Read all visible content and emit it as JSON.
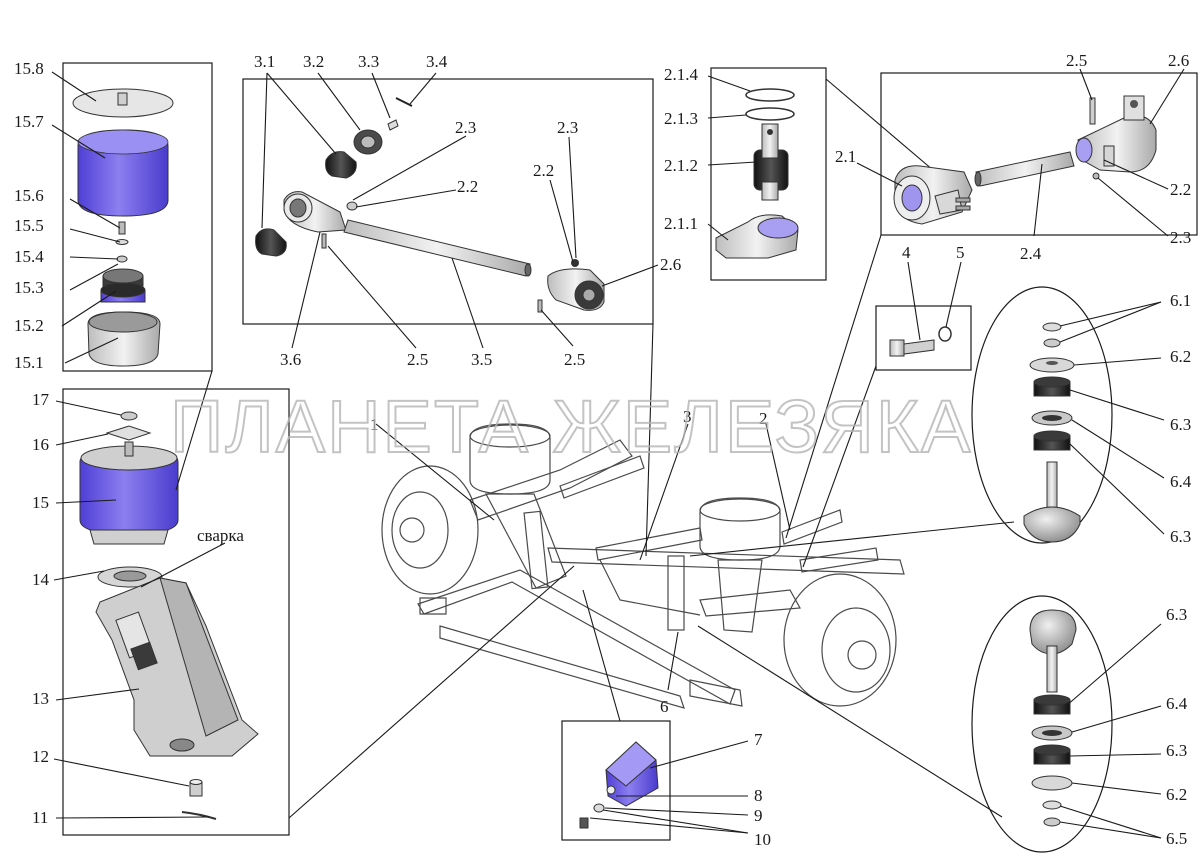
{
  "watermark": "ПЛАНЕТА ЖЕЛЕЗЯКА",
  "colors": {
    "accent_part": "#6b5ce7",
    "line": "#1a1a1a",
    "metal": "#d9d9d9",
    "rubber": "#2b2b2b"
  },
  "labels": {
    "l15_8": "15.8",
    "l15_7": "15.7",
    "l15_6": "15.6",
    "l15_5": "15.5",
    "l15_4": "15.4",
    "l15_3": "15.3",
    "l15_2": "15.2",
    "l15_1": "15.1",
    "l17": "17",
    "l16": "16",
    "l15": "15",
    "l14": "14",
    "l13": "13",
    "l12": "12",
    "l11": "11",
    "weld": "сварка",
    "l3_1": "3.1",
    "l3_2": "3.2",
    "l3_3": "3.3",
    "l3_4": "3.4",
    "l2_3a": "2.3",
    "l2_2a": "2.2",
    "l2_3b": "2.3",
    "l2_2b": "2.2",
    "l2_6a": "2.6",
    "l3_6": "3.6",
    "l2_5a": "2.5",
    "l3_5": "3.5",
    "l2_5b": "2.5",
    "l2_1_4": "2.1.4",
    "l2_1_3": "2.1.3",
    "l2_1_2": "2.1.2",
    "l2_1_1": "2.1.1",
    "l2_5c": "2.5",
    "l2_6b": "2.6",
    "l2_1": "2.1",
    "l2_2c": "2.2",
    "l2_3c": "2.3",
    "l2_4": "2.4",
    "l4": "4",
    "l5": "5",
    "l6_1": "6.1",
    "l6_2a": "6.2",
    "l6_3a": "6.3",
    "l6_4a": "6.4",
    "l6_3b": "6.3",
    "l6_3c": "6.3",
    "l6_4b": "6.4",
    "l6_3d": "6.3",
    "l6_2b": "6.2",
    "l6_5": "6.5",
    "l1": "1",
    "l3": "3",
    "l2": "2",
    "l6": "6",
    "l7": "7",
    "l8": "8",
    "l9": "9",
    "l10": "10"
  }
}
